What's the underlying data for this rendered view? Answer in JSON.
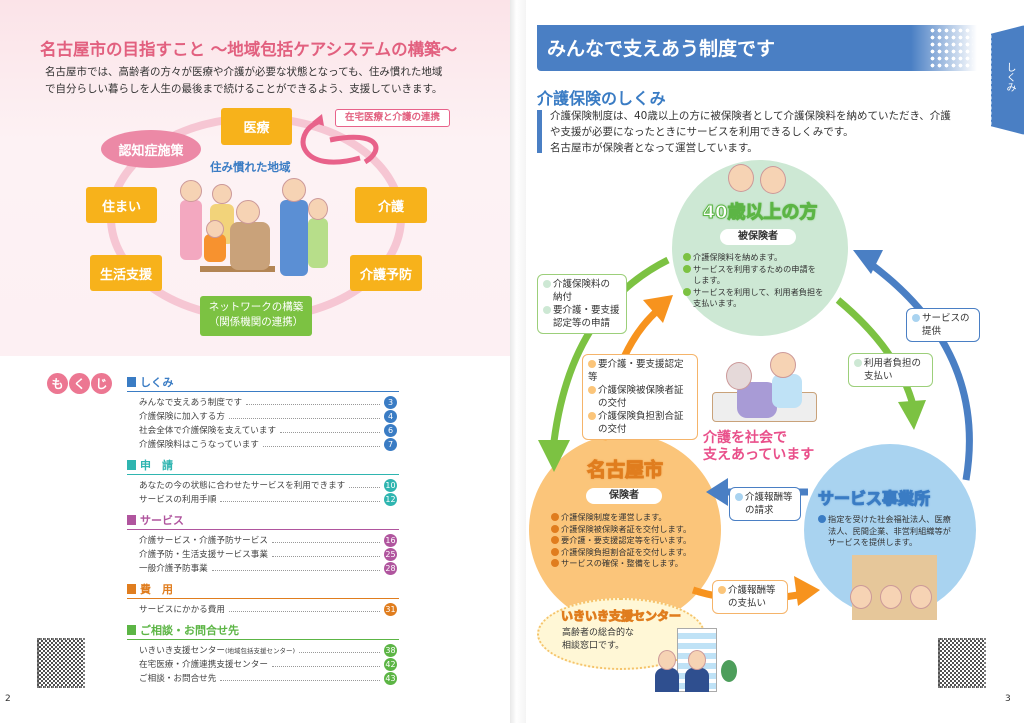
{
  "left": {
    "title": "名古屋市の目指すこと ～地域包括ケアシステムの構築～",
    "intro": [
      "名古屋市では、高齢者の方々が医療や介護が必要な状態となっても、住み慣れた地域",
      "で自分らしい暮らしを人生の最後まで続けることができるよう、支援していきます。"
    ],
    "ring": {
      "center": "住み慣れた地域",
      "iryo": "医療",
      "ninchi": "認知症施策",
      "sumai": "住まい",
      "seikatsu": "生活支援",
      "kaigo": "介護",
      "yobo": "介護予防",
      "network": [
        "ネットワークの構築",
        "（関係機関の連携）"
      ],
      "callout": "在宅医療と介護の連携"
    },
    "toc_label": [
      "も",
      "く",
      "じ"
    ],
    "toc": [
      {
        "title": "しくみ",
        "color": "#3a7cc4",
        "items": [
          {
            "t": "みんなで支えあう制度です",
            "p": "3"
          },
          {
            "t": "介護保険に加入する方",
            "p": "4"
          },
          {
            "t": "社会全体で介護保険を支えています",
            "p": "6"
          },
          {
            "t": "介護保険料はこうなっています",
            "p": "7"
          }
        ]
      },
      {
        "title": "申　請",
        "color": "#2fb5b0",
        "items": [
          {
            "t": "あなたの今の状態に合わせたサービスを利用できます",
            "p": "10"
          },
          {
            "t": "サービスの利用手順",
            "p": "12"
          }
        ]
      },
      {
        "title": "サービス",
        "color": "#b0559e",
        "items": [
          {
            "t": "介護サービス・介護予防サービス",
            "p": "16"
          },
          {
            "t": "介護予防・生活支援サービス事業",
            "p": "25"
          },
          {
            "t": "一般介護予防事業",
            "p": "28"
          }
        ]
      },
      {
        "title": "費　用",
        "color": "#e07d1e",
        "items": [
          {
            "t": "サービスにかかる費用",
            "p": "31"
          }
        ]
      },
      {
        "title": "ご相談・お問合せ先",
        "color": "#5cb545",
        "items": [
          {
            "t": "いきいき支援センター",
            "sub": "(地域包括支援センター)",
            "p": "38"
          },
          {
            "t": "在宅医療・介護連携支援センター",
            "p": "42"
          },
          {
            "t": "ご相談・お問合せ先",
            "p": "43"
          }
        ]
      }
    ],
    "page": "2"
  },
  "right": {
    "banner": "みんなで支えあう制度です",
    "tab": "しくみ",
    "heading": "介護保険のしくみ",
    "intro": [
      "介護保険制度は、40歳以上の方に被保険者として介護保険料を納めていただき、介護",
      "や支援が必要になったときにサービスを利用できるしくみです。",
      "名古屋市が保険者となって運営しています。"
    ],
    "insured": {
      "title": "40歳以上の方",
      "role": "被保険者",
      "items": [
        "介護保険料を納めます。",
        "サービスを利用するための申請を",
        "します。",
        "サービスを利用して、利用者負担を",
        "支払います。"
      ]
    },
    "city": {
      "title": "名古屋市",
      "role": "保険者",
      "items": [
        "介護保険制度を運営します。",
        "介護保険被保険者証を交付します。",
        "要介護・要支援認定等を行います。",
        "介護保険負担割合証を交付します。",
        "サービスの確保・整備をします。"
      ]
    },
    "provider": {
      "title": "サービス事業所",
      "items": [
        "指定を受けた社会福祉法人、医療",
        "法人、民間企業、非営利組織等が",
        "サービスを提供します。"
      ]
    },
    "box_pay": [
      "介護保険料の",
      "納付",
      "要介護・要支援",
      "認定等の申請"
    ],
    "box_cert": [
      "要介護・要支援認定等",
      "介護保険被保険者証",
      "の交付",
      "介護保険負担割合証",
      "の交付"
    ],
    "box_service": [
      "サービスの",
      "提供"
    ],
    "box_userpay": [
      "利用者負担の",
      "支払い"
    ],
    "box_claim": [
      "介護報酬等",
      "の請求"
    ],
    "box_remit": [
      "介護報酬等",
      "の支払い"
    ],
    "slogan": [
      "介護を社会で",
      "支えあっています"
    ],
    "center": {
      "title": "いきいき支援センター",
      "desc": [
        "高齢者の総合的な",
        "相談窓口です。"
      ]
    },
    "page": "3"
  },
  "colors": {
    "pink": "#e2607f",
    "blue": "#4a7fc4",
    "green": "#7cc242",
    "orange": "#f7931e"
  }
}
